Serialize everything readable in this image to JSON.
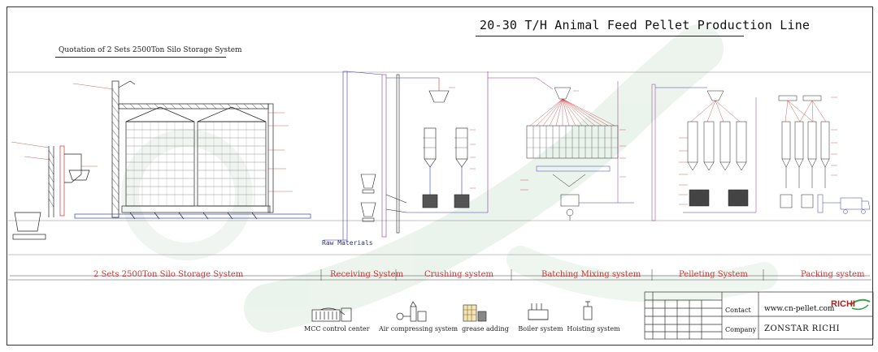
{
  "title": "20-30 T/H Animal Feed Pellet Production Line",
  "subtitle": "Quotation of 2 Sets 2500Ton Silo Storage System",
  "raw_materials_label": "Raw Materials",
  "sections": [
    "2 Sets 2500Ton Silo Storage System",
    "Receiving System",
    "Crushing system",
    "Batching Mixing system",
    "Pelleting System",
    "Packing system"
  ],
  "auxiliary": [
    {
      "label": "MCC control center",
      "icon": "mcc-cabinet-icon"
    },
    {
      "label": "Air compressing system",
      "icon": "air-compressor-icon"
    },
    {
      "label": "grease adding",
      "icon": "grease-adding-icon"
    },
    {
      "label": "Boiler system",
      "icon": "boiler-icon"
    },
    {
      "label": "Hoisting system",
      "icon": "hoist-icon"
    }
  ],
  "title_block": {
    "contact_label": "Contact",
    "company_label": "Company",
    "website": "www.cn-pellet.com",
    "company": "ZONSTAR RICHI",
    "logo_text": "RICHI"
  },
  "colors": {
    "line_dark": "#222222",
    "conveyor_blue": "#3a3fb0",
    "pipe_red": "#c23a3a",
    "pipe_purple": "#8a3a8a",
    "logo_green": "#3aa04a",
    "watermark": "#e3efe6"
  }
}
